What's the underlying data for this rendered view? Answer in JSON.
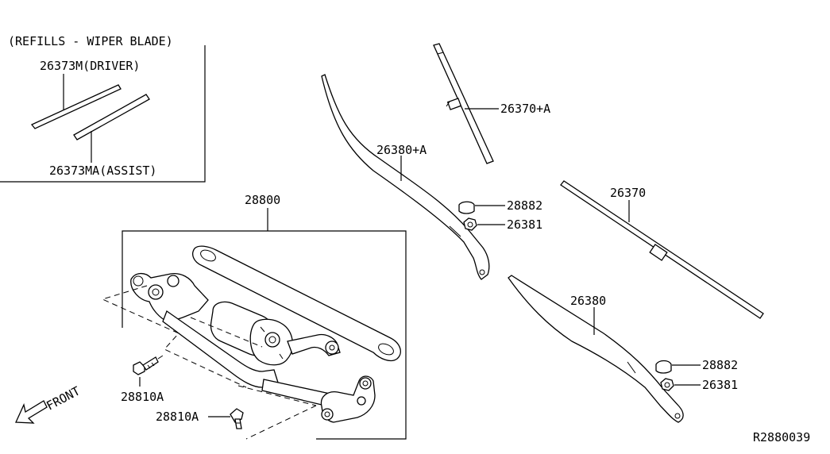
{
  "refills_box": {
    "title": "(REFILLS - WIPER BLADE)",
    "driver_label": "26373M(DRIVER)",
    "assist_label": "26373MA(ASSIST)"
  },
  "labels": {
    "blade_upper": "26370+A",
    "arm_upper": "26380+A",
    "cap_upper": "28882",
    "nut_upper": "26381",
    "blade_lower": "26370",
    "arm_lower": "26380",
    "cap_lower": "28882",
    "nut_lower": "26381",
    "motor_linkage": "28800",
    "bolt_left": "28810A",
    "bolt_right": "28810A"
  },
  "direction": {
    "front_label": "FRONT"
  },
  "diagram_code": "R2880039"
}
